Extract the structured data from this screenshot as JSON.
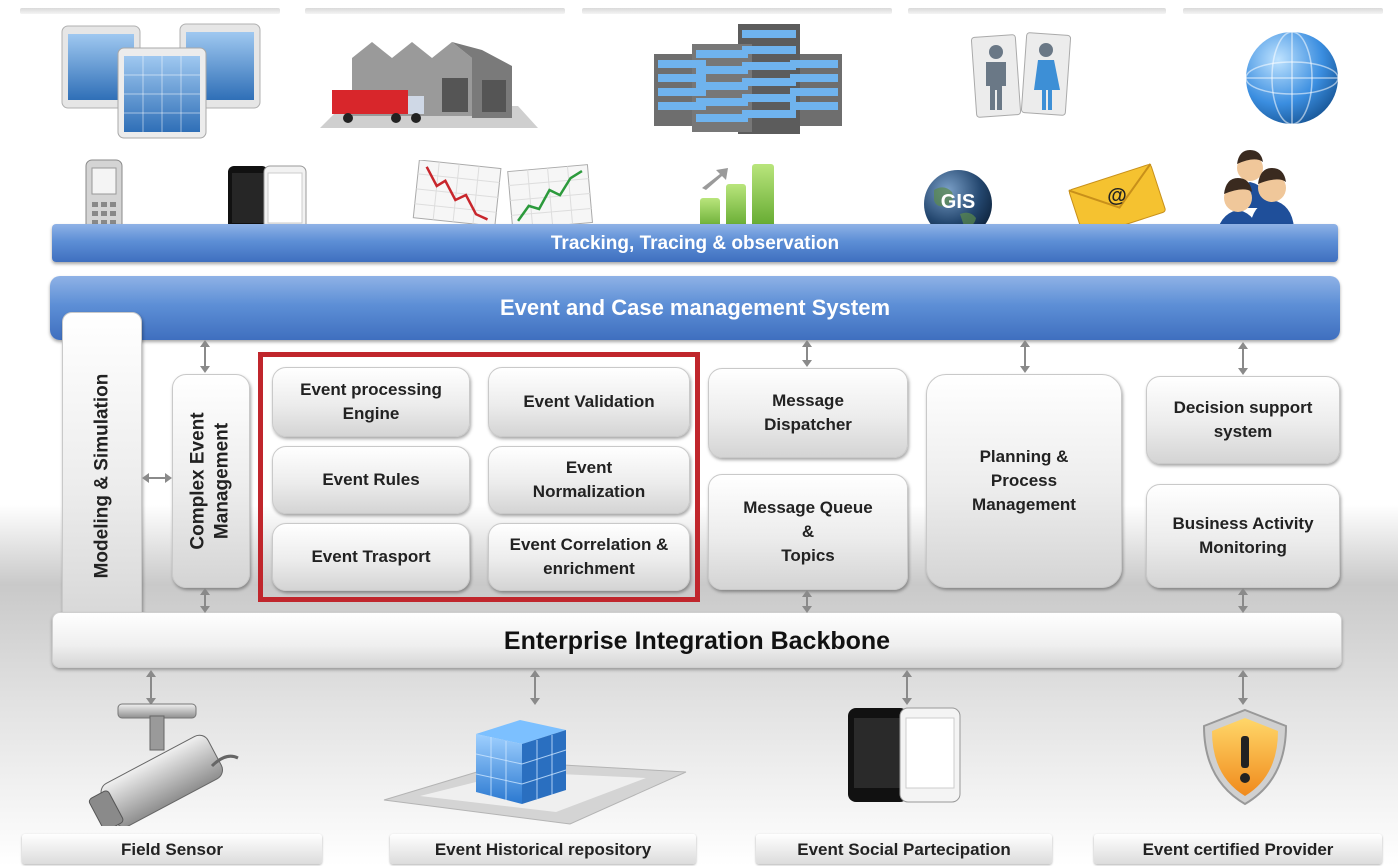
{
  "bars": {
    "tracking": "Tracking, Tracing & observation",
    "ecms": "Event and Case management System",
    "backbone": "Enterprise Integration Backbone"
  },
  "side": {
    "modeling": "Modeling & Simulation",
    "cem_line1": "Complex Event",
    "cem_line2": "Management"
  },
  "core": {
    "epe": [
      "Event processing",
      "Engine"
    ],
    "validation": [
      "Event Validation"
    ],
    "rules": [
      "Event Rules"
    ],
    "normalization": [
      "Event",
      "Normalization"
    ],
    "transport": [
      "Event Trasport"
    ],
    "correlation": [
      "Event Correlation &",
      "enrichment"
    ]
  },
  "services": {
    "dispatcher": [
      "Message",
      "Dispatcher"
    ],
    "queue": [
      "Message Queue",
      "&",
      "Topics"
    ],
    "planning": [
      "Planning &",
      "Process",
      "Management"
    ],
    "dss": [
      "Decision support",
      "system"
    ],
    "bam": [
      "Business Activity",
      "Monitoring"
    ]
  },
  "icons": {
    "gis_text": "GIS",
    "email_text": "@"
  },
  "bottom": {
    "field_sensor": "Field Sensor",
    "historical": "Event Historical  repository",
    "social": "Event Social Partecipation",
    "certified": "Event certified Provider"
  },
  "colors": {
    "highlight": "#c0262c",
    "bar_blue": "#4f7fca"
  }
}
